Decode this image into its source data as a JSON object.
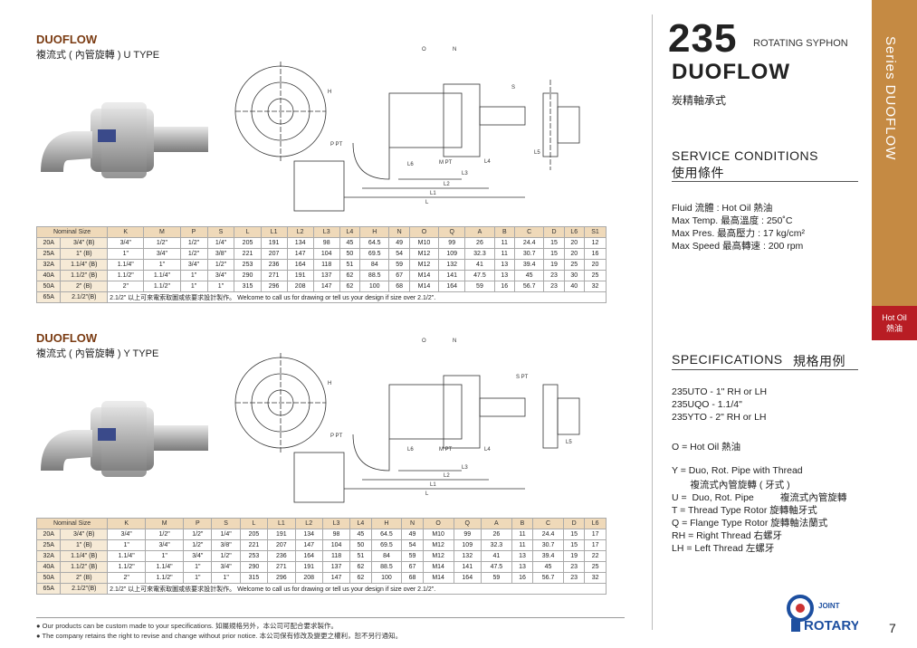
{
  "section1": {
    "title": "DUOFLOW",
    "subtitle": "複流式 ( 內管旋轉 )  U TYPE"
  },
  "section2": {
    "title": "DUOFLOW",
    "subtitle": "複流式 ( 內管旋轉 )  Y TYPE"
  },
  "table1": {
    "headers": [
      "Nominal Size",
      "K",
      "M",
      "P",
      "S",
      "L",
      "L1",
      "L2",
      "L3",
      "L4",
      "H",
      "N",
      "O",
      "Q",
      "A",
      "B",
      "C",
      "D",
      "L6",
      "S1"
    ],
    "rows": [
      [
        "20A",
        "3/4\"",
        "(B)",
        "3/4\"",
        "1/2\"",
        "1/2\"",
        "1/4\"",
        "205",
        "191",
        "134",
        "98",
        "45",
        "64.5",
        "49",
        "M10",
        "99",
        "26",
        "11",
        "24.4",
        "15",
        "20",
        "12"
      ],
      [
        "25A",
        "1\"",
        "(B)",
        "1\"",
        "3/4\"",
        "1/2\"",
        "3/8\"",
        "221",
        "207",
        "147",
        "104",
        "50",
        "69.5",
        "54",
        "M12",
        "109",
        "32.3",
        "11",
        "30.7",
        "15",
        "20",
        "16"
      ],
      [
        "32A",
        "1.1/4\"",
        "(B)",
        "1.1/4\"",
        "1\"",
        "3/4\"",
        "1/2\"",
        "253",
        "236",
        "164",
        "118",
        "51",
        "84",
        "59",
        "M12",
        "132",
        "41",
        "13",
        "39.4",
        "19",
        "25",
        "20"
      ],
      [
        "40A",
        "1.1/2\"",
        "(B)",
        "1.1/2\"",
        "1.1/4\"",
        "1\"",
        "3/4\"",
        "290",
        "271",
        "191",
        "137",
        "62",
        "88.5",
        "67",
        "M14",
        "141",
        "47.5",
        "13",
        "45",
        "23",
        "30",
        "25"
      ],
      [
        "50A",
        "2\"",
        "(B)",
        "2\"",
        "1.1/2\"",
        "1\"",
        "1\"",
        "315",
        "296",
        "208",
        "147",
        "62",
        "100",
        "68",
        "M14",
        "164",
        "59",
        "16",
        "56.7",
        "23",
        "40",
        "32"
      ]
    ],
    "note_size": "65A",
    "note_k": "2.1/2\"(B)",
    "note": "2.1/2\" 以上可來電索取圖或依要求設計製作。   Welcome to call us for drawing or tell us your design if size over 2.1/2\"."
  },
  "table2": {
    "headers": [
      "Nominal Size",
      "K",
      "M",
      "P",
      "S",
      "L",
      "L1",
      "L2",
      "L3",
      "L4",
      "H",
      "N",
      "O",
      "Q",
      "A",
      "B",
      "C",
      "D",
      "L6"
    ],
    "rows": [
      [
        "20A",
        "3/4\"",
        "(B)",
        "3/4\"",
        "1/2\"",
        "1/2\"",
        "1/4\"",
        "205",
        "191",
        "134",
        "98",
        "45",
        "64.5",
        "49",
        "M10",
        "99",
        "26",
        "11",
        "24.4",
        "15",
        "17"
      ],
      [
        "25A",
        "1\"",
        "(B)",
        "1\"",
        "3/4\"",
        "1/2\"",
        "3/8\"",
        "221",
        "207",
        "147",
        "104",
        "50",
        "69.5",
        "54",
        "M12",
        "109",
        "32.3",
        "11",
        "30.7",
        "15",
        "17"
      ],
      [
        "32A",
        "1.1/4\"",
        "(B)",
        "1.1/4\"",
        "1\"",
        "3/4\"",
        "1/2\"",
        "253",
        "236",
        "164",
        "118",
        "51",
        "84",
        "59",
        "M12",
        "132",
        "41",
        "13",
        "39.4",
        "19",
        "22"
      ],
      [
        "40A",
        "1.1/2\"",
        "(B)",
        "1.1/2\"",
        "1.1/4\"",
        "1\"",
        "3/4\"",
        "290",
        "271",
        "191",
        "137",
        "62",
        "88.5",
        "67",
        "M14",
        "141",
        "47.5",
        "13",
        "45",
        "23",
        "25"
      ],
      [
        "50A",
        "2\"",
        "(B)",
        "2\"",
        "1.1/2\"",
        "1\"",
        "1\"",
        "315",
        "296",
        "208",
        "147",
        "62",
        "100",
        "68",
        "M14",
        "164",
        "59",
        "16",
        "56.7",
        "23",
        "32"
      ]
    ],
    "note_size": "65A",
    "note_k": "2.1/2\"(B)",
    "note": "2.1/2\" 以上可來電索取圖或依要求設計製作。   Welcome to call us for drawing or tell us your design if size over 2.1/2\"."
  },
  "header": {
    "number": "235",
    "subtitle": "ROTATING SYPHON",
    "product": "DUOFLOW",
    "product_zh": "炭精軸承式"
  },
  "service": {
    "title": "SERVICE CONDITIONS",
    "title_zh": "使用條件",
    "lines": [
      "Fluid          流體 : Hot Oil 熱油",
      "Max Temp.  最高溫度 : 250˚C",
      "Max Pres.   最高壓力 : 17 kg/cm²",
      "Max Speed  最高轉速 : 200 rpm"
    ]
  },
  "specifications": {
    "title": "SPECIFICATIONS",
    "title_zh": "規格用例",
    "examples": [
      "235UTO  - 1\" RH or LH",
      "235UQO - 1.1/4\"",
      "235YTO  - 2\" RH or LH"
    ],
    "o_line": "O =  Hot Oil 熱油",
    "legend": [
      "Y =  Duo, Rot. Pipe with Thread",
      "       複流式內管旋轉 ( 牙式 )",
      "U =  Duo, Rot. Pipe          複流式內管旋轉",
      "T =  Thread Type Rotor   旋轉軸牙式",
      "Q =  Flange Type Rotor  旋轉軸法蘭式",
      "RH = Right  Thread  右螺牙",
      "LH = Left     Thread  左螺牙"
    ]
  },
  "side": {
    "series": "Series  DUOFLOW",
    "tab_en": "Hot Oil",
    "tab_zh": "熱油"
  },
  "footer": {
    "line1": "Our products can be custom made to your specifications. 如屬規格另外，本公司可配合要求製作。",
    "line2": "The company retains the right to revise and change without prior notice. 本公司保有修改及變更之權利，恕不另行通知。"
  },
  "logo": {
    "small": "JOINT",
    "big": "ROTARY"
  },
  "page_number": "7",
  "colors": {
    "brown_band": "#c58a43",
    "red_tab": "#b81d24",
    "title_brown": "#7a3b12",
    "table_header": "#efd9b9"
  }
}
